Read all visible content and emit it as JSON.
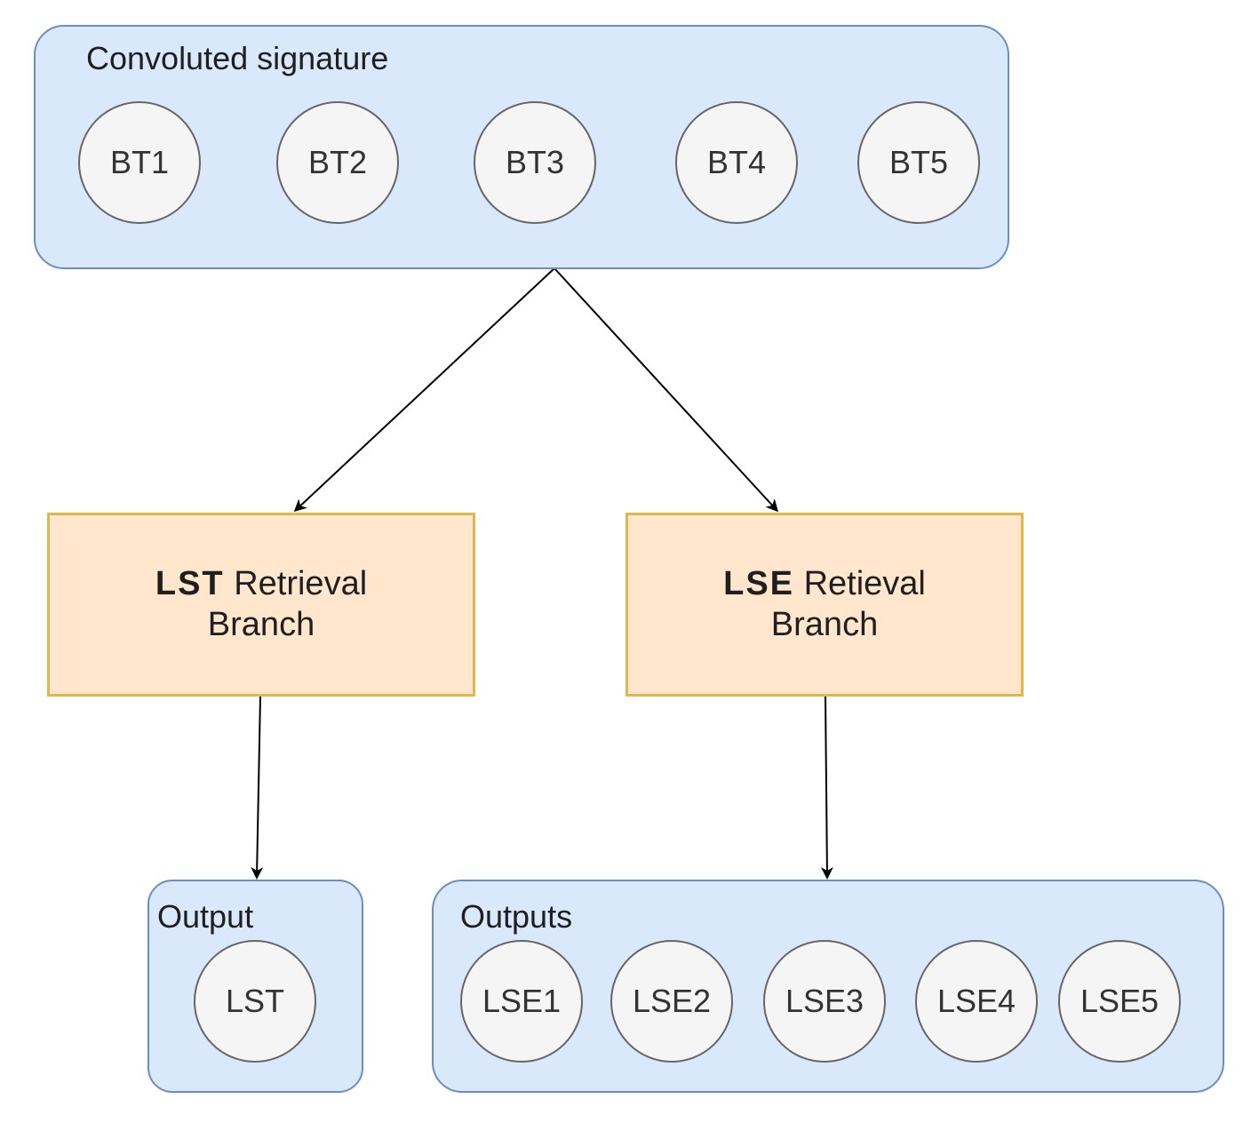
{
  "input_group": {
    "label": "Convoluted signature",
    "nodes": [
      "BT1",
      "BT2",
      "BT3",
      "BT4",
      "BT5"
    ]
  },
  "branches": {
    "lst": {
      "acronym": "LST",
      "line1_rest": " Retrieval",
      "line2": "Branch"
    },
    "lse": {
      "acronym": "LSE",
      "line1_rest": " Retieval",
      "line2": "Branch"
    }
  },
  "output_group": {
    "label": "Output",
    "nodes": [
      "LST"
    ]
  },
  "outputs_group": {
    "label": "Outputs",
    "nodes": [
      "LSE1",
      "LSE2",
      "LSE3",
      "LSE4",
      "LSE5"
    ]
  },
  "colors": {
    "group_fill": "#dae8fc",
    "group_stroke": "#6c8ebf",
    "node_fill": "#f5f5f5",
    "node_stroke": "#666666",
    "branch_fill": "#ffe6cc",
    "branch_stroke": "#e0b84a",
    "edge": "#000000"
  }
}
